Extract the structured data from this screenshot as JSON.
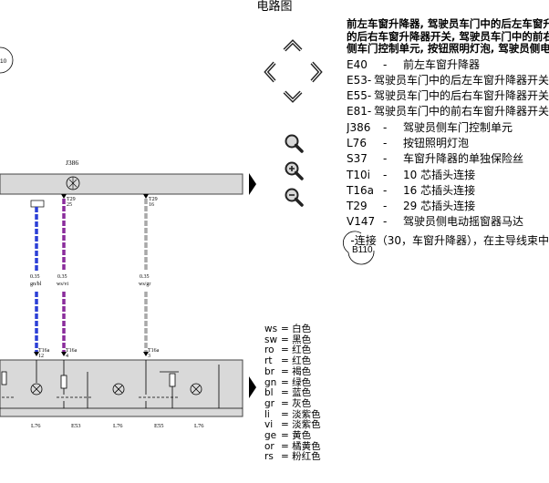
{
  "window": {
    "title": "电路图"
  },
  "diagram": {
    "unit_label": "J386",
    "left_bubble": "10",
    "ref_bubble": "B110",
    "connectors": {
      "c1_top": "T29",
      "c1_top_pin": "25",
      "c2_top": "T29",
      "c2_top_pin": "16",
      "c0_bottom": "T16a",
      "c0_bottom_pin": "12",
      "c1_bottom": "T16a",
      "c1_bottom_pin": "4",
      "c2_bottom": "T16a",
      "c2_bottom_pin": "3"
    },
    "wires": [
      {
        "gauge": "0.35",
        "color_code": "gn/bl"
      },
      {
        "gauge": "0.35",
        "color_code": "ws/vi"
      },
      {
        "gauge": "0.35",
        "color_code": "ws/gr"
      }
    ],
    "bottom_labels": [
      "L76",
      "E53",
      "L76",
      "E55",
      "L76"
    ],
    "colors": {
      "blue": "#2b3fd6",
      "violet": "#8a2c9c",
      "grey": "#a8a8a8",
      "panel": "#d9d9d9"
    }
  },
  "legend": {
    "heading": [
      "前左车窗升降器, 驾驶员车门中的后左车窗升降器开关",
      "的后右车窗升降器开关, 驾驶员车门中的前右车窗升降器开关, 驾驶员",
      "侧车门控制单元, 按钮照明灯泡, 驾驶员侧电动摇窗器马达"
    ],
    "items": [
      {
        "code": "E40",
        "desc": "前左车窗升降器"
      },
      {
        "code": "E53",
        "desc": "驾驶员车门中的后左车窗升降器开关"
      },
      {
        "code": "E55",
        "desc": "驾驶员车门中的后右车窗升降器开关"
      },
      {
        "code": "E81",
        "desc": "驾驶员车门中的前右车窗升降器开关"
      },
      {
        "code": "J386",
        "desc": "驾驶员侧车门控制单元"
      },
      {
        "code": "L76",
        "desc": "按钮照明灯泡"
      },
      {
        "code": "S37",
        "desc": "车窗升降器的单独保险丝"
      },
      {
        "code": "T10i",
        "desc": "10 芯插头连接"
      },
      {
        "code": "T16a",
        "desc": "16 芯插头连接"
      },
      {
        "code": "T29",
        "desc": "29 芯插头连接"
      },
      {
        "code": "V147",
        "desc": "驾驶员侧电动摇窗器马达"
      },
      {
        "code": "B110",
        "desc": "连接（30，车窗升降器），在主导线束中"
      }
    ]
  },
  "color_codes": [
    {
      "code": "ws",
      "name": "白色"
    },
    {
      "code": "sw",
      "name": "黑色"
    },
    {
      "code": "ro",
      "name": "红色"
    },
    {
      "code": "rt",
      "name": "红色"
    },
    {
      "code": "br",
      "name": "褐色"
    },
    {
      "code": "gn",
      "name": "绿色"
    },
    {
      "code": "bl",
      "name": "蓝色"
    },
    {
      "code": "gr",
      "name": "灰色"
    },
    {
      "code": "li",
      "name": "淡紫色"
    },
    {
      "code": "vi",
      "name": "淡紫色"
    },
    {
      "code": "ge",
      "name": "黄色"
    },
    {
      "code": "or",
      "name": "橘黄色"
    },
    {
      "code": "rs",
      "name": "粉红色"
    }
  ]
}
